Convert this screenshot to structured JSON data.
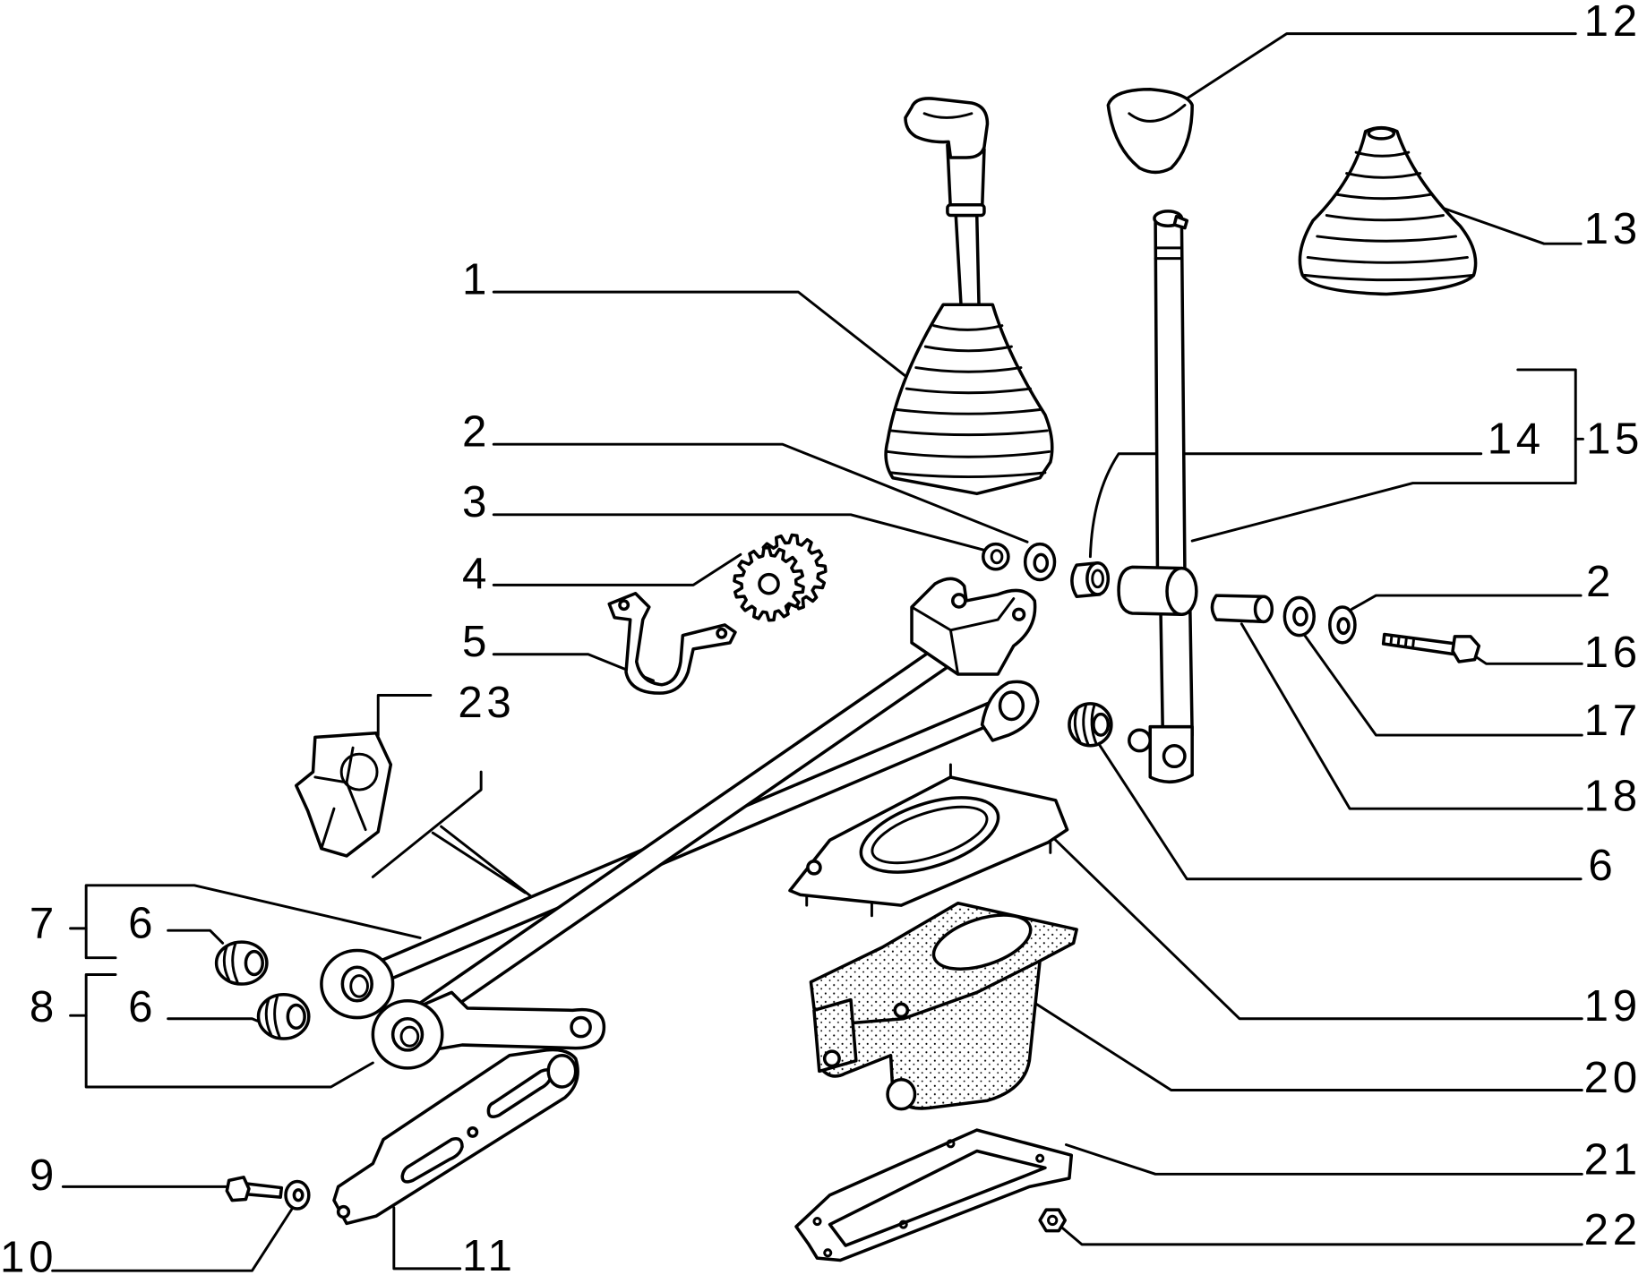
{
  "callouts": [
    "1",
    "2",
    "3",
    "4",
    "5",
    "23",
    "7",
    "6",
    "8",
    "6",
    "9",
    "10",
    "11",
    "12",
    "13",
    "14",
    "15",
    "2",
    "16",
    "17",
    "18",
    "6",
    "19",
    "20",
    "21",
    "22"
  ],
  "colors": {
    "line": "#000000",
    "background": "#ffffff"
  }
}
